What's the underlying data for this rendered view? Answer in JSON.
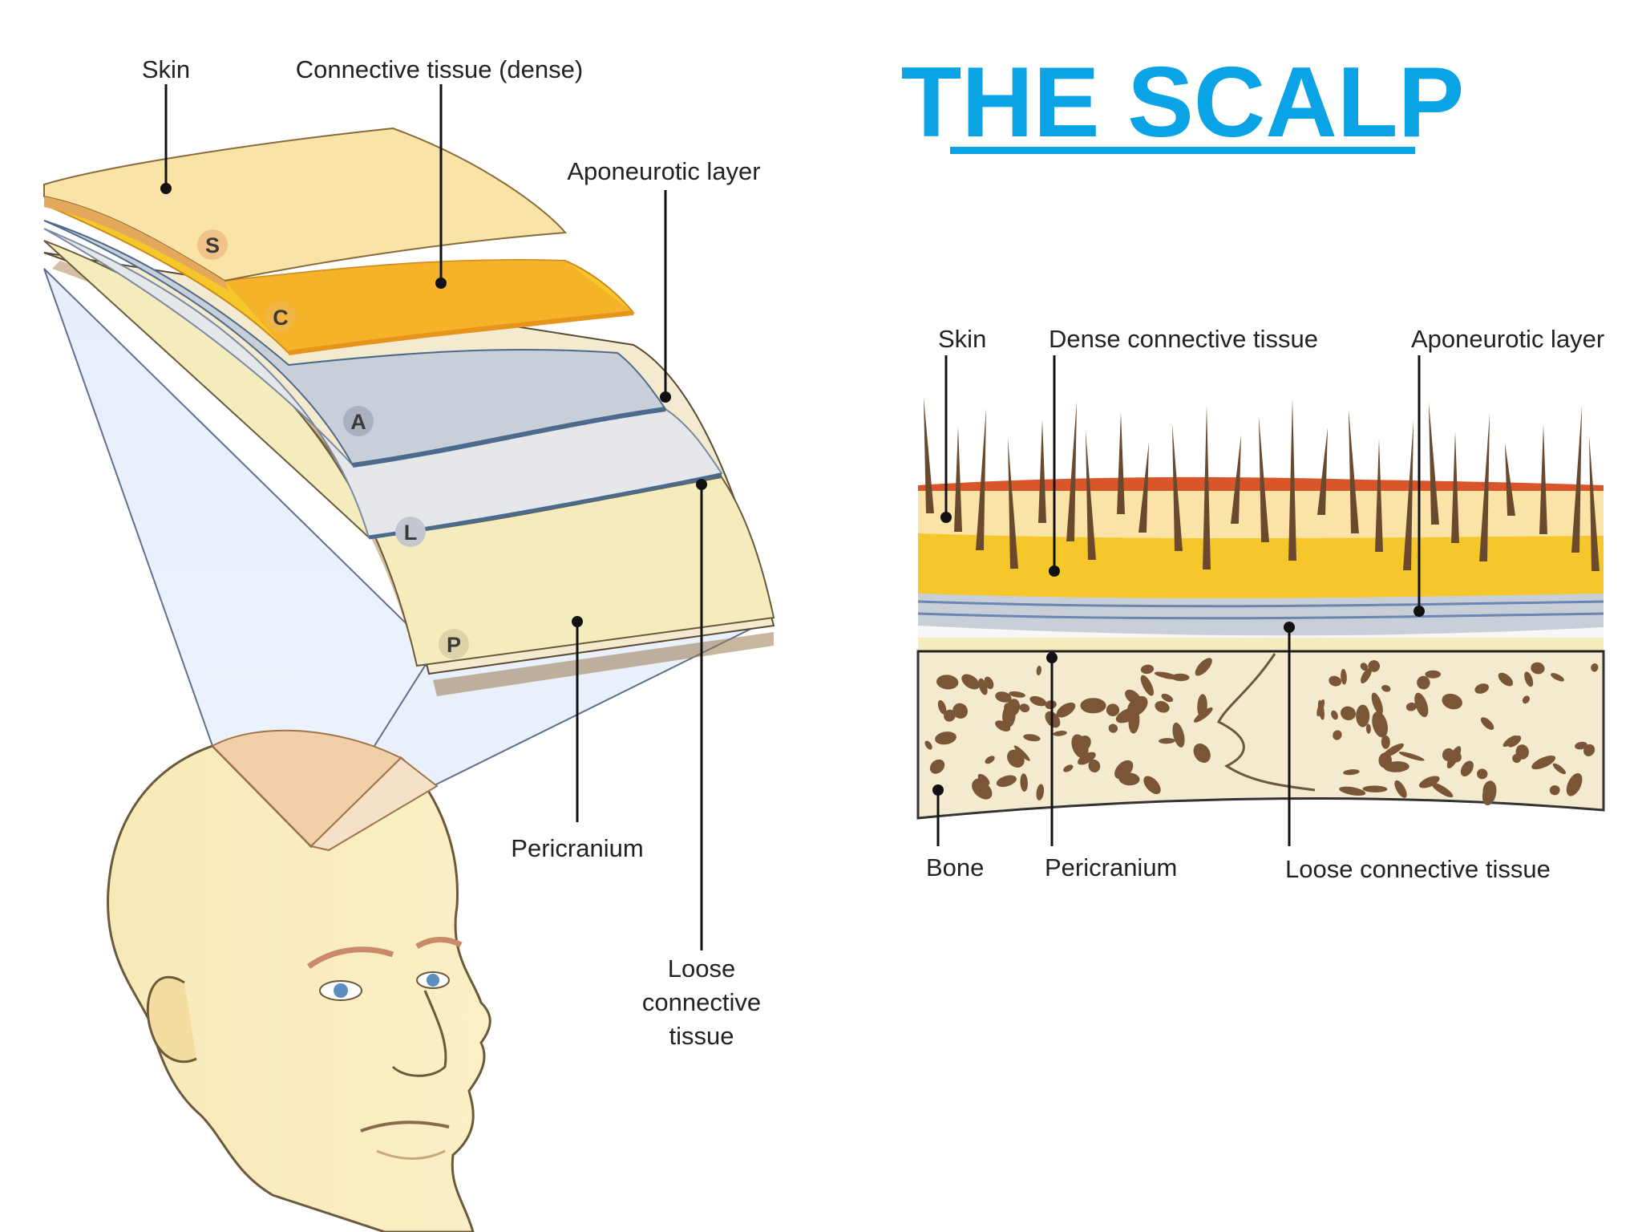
{
  "title": "THE SCALP",
  "colors": {
    "title": "#0aa3e6",
    "skin": "#f9e3a6",
    "dense_connective": "#f6c72a",
    "aponeurotic": "#c9cfd8",
    "loose_connective": "#e6e7ea",
    "pericranium": "#f5ecbd",
    "bone_trabeculae": "#7a5636",
    "hair": "#6a4a2e"
  },
  "left_diagram": {
    "labels": {
      "skin": "Skin",
      "connective_dense": "Connective tissue (dense)",
      "aponeurotic": "Aponeurotic layer",
      "pericranium": "Pericranium",
      "loose_line1": "Loose",
      "loose_line2": "connective",
      "loose_line3": "tissue"
    },
    "letters": {
      "s": "S",
      "c": "C",
      "a": "A",
      "l": "L",
      "p": "P"
    }
  },
  "right_diagram": {
    "labels": {
      "skin": "Skin",
      "dense": "Dense connective tissue",
      "aponeurotic": "Aponeurotic layer",
      "bone": "Bone",
      "pericranium": "Pericranium",
      "loose": "Loose connective tissue"
    }
  }
}
